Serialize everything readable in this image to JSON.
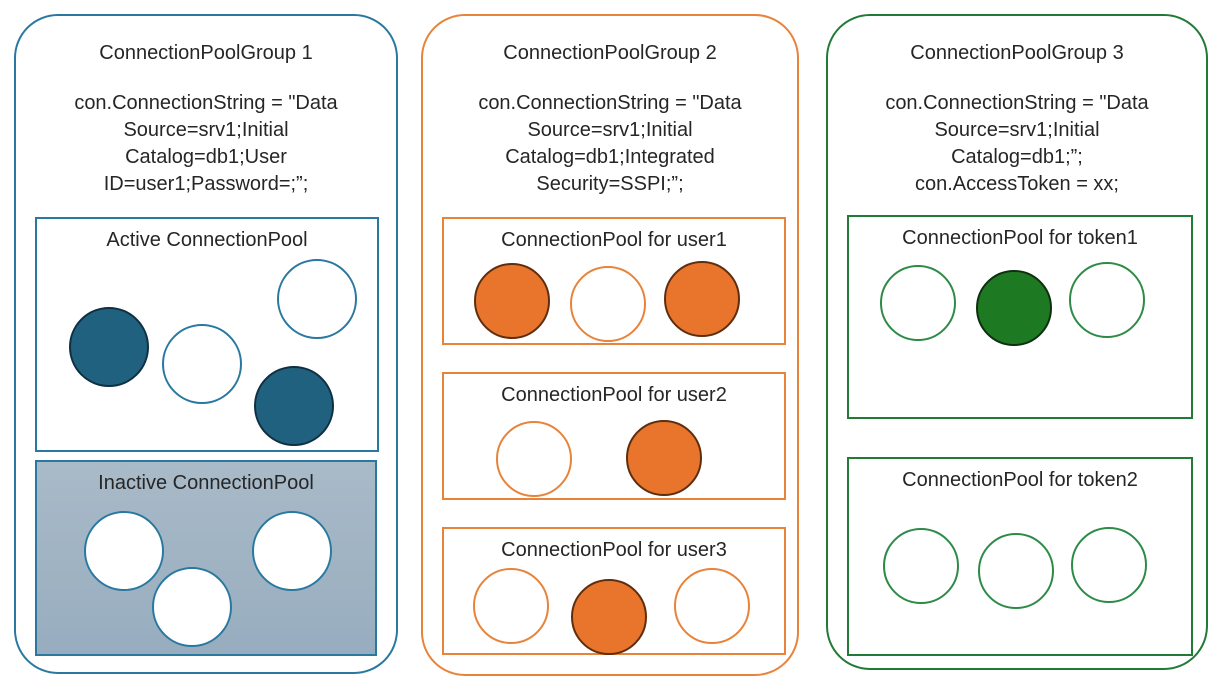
{
  "groups": [
    {
      "title": "ConnectionPoolGroup 1",
      "connection_string": "con.ConnectionString = \"Data\nSource=srv1;Initial\nCatalog=db1;User\nID=user1;Password=;”;",
      "pools": [
        {
          "label": "Active ConnectionPool",
          "circles": [
            "filled",
            "empty",
            "empty",
            "filled"
          ]
        },
        {
          "label": "Inactive ConnectionPool",
          "circles": [
            "empty",
            "empty",
            "empty"
          ]
        }
      ]
    },
    {
      "title": "ConnectionPoolGroup 2",
      "connection_string": "con.ConnectionString = \"Data\nSource=srv1;Initial\nCatalog=db1;Integrated\nSecurity=SSPI;”;",
      "pools": [
        {
          "label": "ConnectionPool for user1",
          "circles": [
            "filled",
            "empty",
            "filled"
          ]
        },
        {
          "label": "ConnectionPool for user2",
          "circles": [
            "empty",
            "filled"
          ]
        },
        {
          "label": "ConnectionPool for user3",
          "circles": [
            "empty",
            "filled",
            "empty"
          ]
        }
      ]
    },
    {
      "title": "ConnectionPoolGroup 3",
      "connection_string": "con.ConnectionString = \"Data\nSource=srv1;Initial\nCatalog=db1;”;\ncon.AccessToken = xx;",
      "pools": [
        {
          "label": "ConnectionPool for token1",
          "circles": [
            "empty",
            "filled",
            "empty"
          ]
        },
        {
          "label": "ConnectionPool for token2",
          "circles": [
            "empty",
            "empty",
            "empty"
          ]
        }
      ]
    }
  ],
  "colors": {
    "group1_accent": "#2878A0",
    "group1_circle_fill": "#20617F",
    "group1_inactive_pool_bg": "#9FB2C1",
    "group2_accent": "#E8833A",
    "group2_circle_fill": "#E8752B",
    "group3_accent": "#217A36",
    "group3_circle_fill": "#1E7A22",
    "text": "#262626"
  }
}
